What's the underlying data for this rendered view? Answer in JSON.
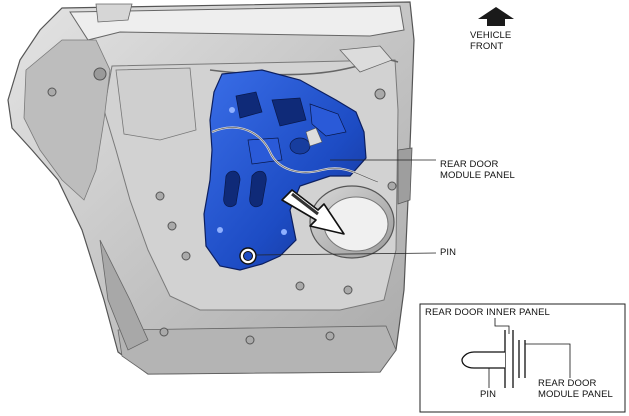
{
  "labels": {
    "vehicle_front": [
      "VEHICLE",
      "FRONT"
    ],
    "rear_door_module_panel": [
      "REAR DOOR",
      "MODULE PANEL"
    ],
    "pin": "PIN"
  },
  "inset": {
    "rear_door_inner_panel": "REAR DOOR INNER PANEL",
    "pin": "PIN",
    "rear_door_module_panel": [
      "REAR DOOR",
      "MODULE PANEL"
    ]
  },
  "colors": {
    "module_panel": "#1e4fc8",
    "door_metal": "#c8c8c8",
    "line": "#222222"
  },
  "icons": [
    "front-direction-arrow-icon",
    "removal-direction-arrow-icon"
  ]
}
